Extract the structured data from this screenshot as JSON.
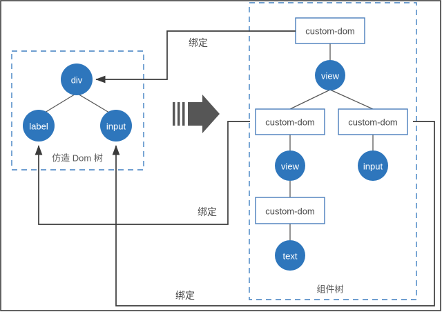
{
  "diagram": {
    "title": "Dom tree to component tree binding diagram",
    "colors": {
      "circle_fill": "#2E76BC",
      "circle_text": "#ffffff",
      "rect_stroke": "#4A7EBB",
      "rect_fill": "#ffffff",
      "rect_text": "#4a4a4a",
      "group_dash_stroke": "#3E7FC1",
      "connector_stroke": "#3b3b3b",
      "tree_edge_stroke": "#595959",
      "big_arrow_fill": "#565656",
      "caption_text": "#595959"
    },
    "left_group": {
      "caption": "仿造 Dom 树",
      "nodes": [
        {
          "id": "div",
          "label": "div",
          "shape": "circle"
        },
        {
          "id": "label",
          "label": "label",
          "shape": "circle"
        },
        {
          "id": "input",
          "label": "input",
          "shape": "circle"
        }
      ]
    },
    "right_group": {
      "caption": "组件树",
      "nodes": [
        {
          "id": "root-custom-dom",
          "label": "custom-dom",
          "shape": "rect"
        },
        {
          "id": "root-view",
          "label": "view",
          "shape": "circle"
        },
        {
          "id": "left-custom-dom",
          "label": "custom-dom",
          "shape": "rect"
        },
        {
          "id": "right-custom-dom",
          "label": "custom-dom",
          "shape": "rect"
        },
        {
          "id": "left-view",
          "label": "view",
          "shape": "circle"
        },
        {
          "id": "right-input",
          "label": "input",
          "shape": "circle"
        },
        {
          "id": "inner-custom-dom",
          "label": "custom-dom",
          "shape": "rect"
        },
        {
          "id": "text-node",
          "label": "text",
          "shape": "circle"
        }
      ]
    },
    "transform_arrow": {
      "name": "transform-arrow",
      "direction": "right"
    },
    "bindings": [
      {
        "id": "binding-top",
        "label": "绑定",
        "from": "root-custom-dom",
        "to": "div"
      },
      {
        "id": "binding-middle",
        "label": "绑定",
        "from": "left-custom-dom",
        "to": "label"
      },
      {
        "id": "binding-bottom",
        "label": "绑定",
        "from": "right-custom-dom",
        "to": "input"
      }
    ]
  }
}
